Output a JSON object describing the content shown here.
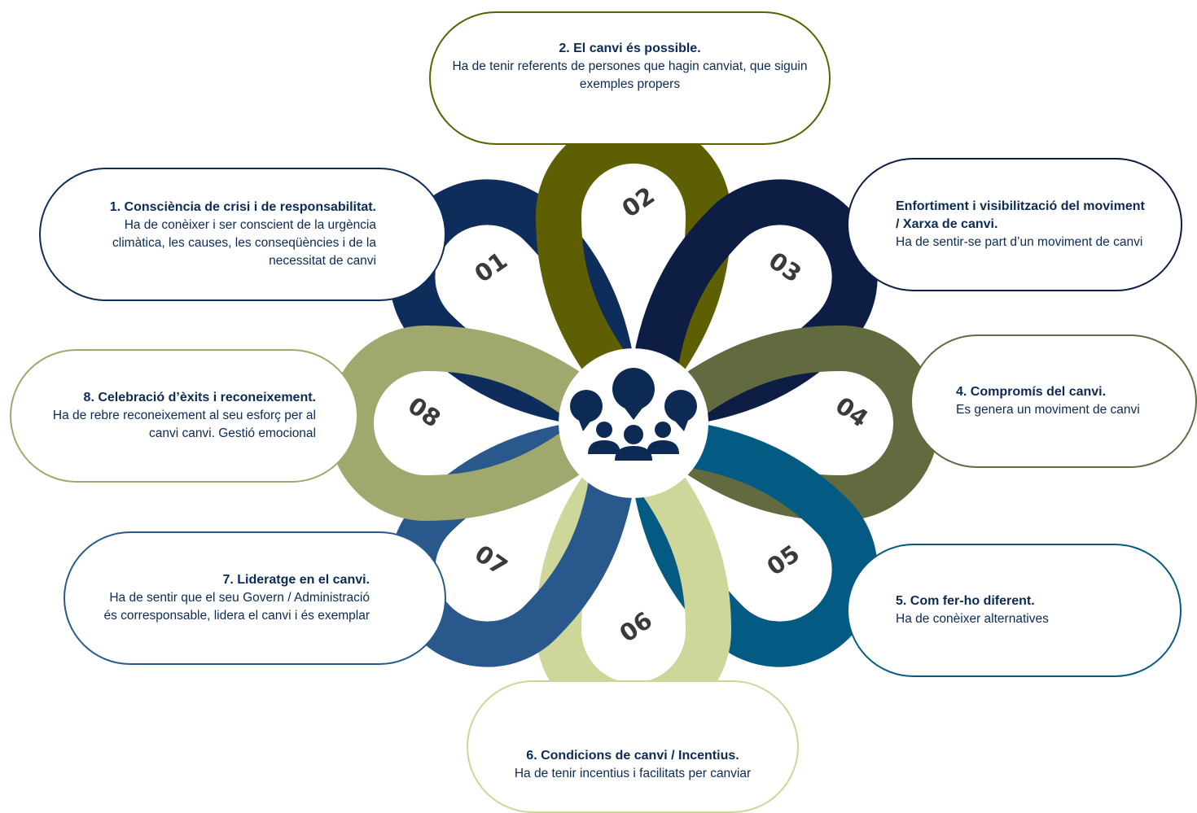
{
  "colors": {
    "step_01": "#0f2d5a",
    "step_02": "#5e5e02",
    "step_03": "#0d1d44",
    "step_04": "#626a40",
    "step_05": "#035b84",
    "step_06": "#cfd69a",
    "step_07": "#29598c",
    "step_08": "#a0a86e",
    "text": "#0b2a55",
    "icon": "#0d2a55",
    "number": "#3a3a3a"
  },
  "center_icon": "people-discussion-icon",
  "steps": [
    {
      "num": "01",
      "title": "1. Consciència de crisi i de responsabilitat.",
      "text": "Ha de conèixer i ser conscient de la urgència climàtica, les causes, les conseqüències i de la necessitat de canvi"
    },
    {
      "num": "02",
      "title": "2. El canvi és possible.",
      "text": "Ha de tenir referents de persones que hagin canviat, que siguin exemples propers"
    },
    {
      "num": "03",
      "title": "Enfortiment i visibilització del moviment / Xarxa de canvi.",
      "text": "Ha de sentir-se part d’un moviment de canvi"
    },
    {
      "num": "04",
      "title": "4. Compromís del canvi.",
      "text": "Es genera un moviment de canvi"
    },
    {
      "num": "05",
      "title": "5. Com fer-ho diferent.",
      "text": "Ha de conèixer alternatives"
    },
    {
      "num": "06",
      "title": "6. Condicions de canvi / Incentius.",
      "text": "Ha de tenir incentius i facilitats per canviar"
    },
    {
      "num": "07",
      "title": "7. Lideratge en el canvi.",
      "text": "Ha de sentir que el seu Govern / Administració és corresponsable, lidera el canvi i és exemplar"
    },
    {
      "num": "08",
      "title": "8. Celebració d’èxits i reconeixement.",
      "text": "Ha de rebre reconeixement al seu esforç per al canvi canvi. Gestió emocional"
    }
  ]
}
